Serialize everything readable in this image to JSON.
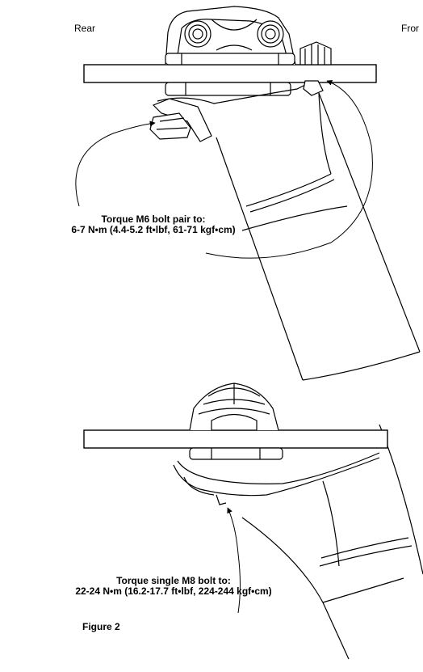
{
  "labels": {
    "rear": "Rear",
    "front": "Fror",
    "torque_top_line1": "Torque M6 bolt pair to:",
    "torque_top_line2": "6-7 N•m (4.4-5.2 ft•lbf, 61-71 kgf•cm)",
    "torque_bottom_line1": "Torque single M8 bolt to:",
    "torque_bottom_line2": "22-24 N•m (16.2-17.7 ft•lbf, 224-244 kgf•cm)",
    "figure": "Figure 2"
  },
  "colors": {
    "line": "#000000",
    "background": "#ffffff",
    "shade": "#d8d8d8"
  }
}
